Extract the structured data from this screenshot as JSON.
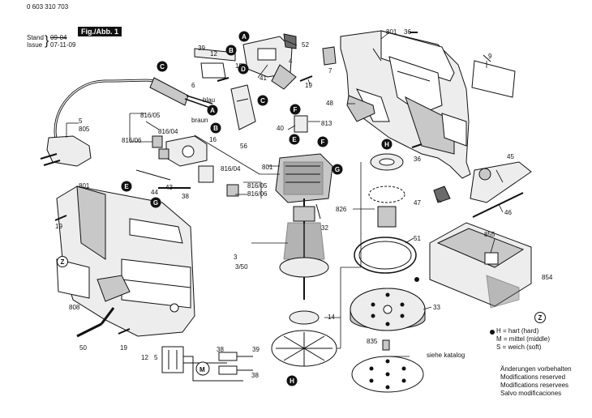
{
  "header": {
    "part_number": "0 603 310 703",
    "stand_label": "Stand",
    "stand_value": "09-04",
    "issue_label": "Issue",
    "issue_value": "07-11-09",
    "figure_label": "Fig./Abb. 1"
  },
  "parts": {
    "p801_top": "801",
    "p36_top": "36",
    "p9": "9",
    "p52": "52",
    "p39": "39",
    "p12": "12",
    "p4": "4",
    "p18": "18",
    "p41": "41",
    "p19_top": "19",
    "p7": "7",
    "p6": "6",
    "p5": "5",
    "p805": "805",
    "blau": "blau",
    "braun": "braun",
    "p48": "48",
    "p56": "56",
    "p40": "40",
    "p813": "813",
    "p816_05_a": "816/05",
    "p816_04_a": "816/04",
    "p816_06_a": "816/06",
    "p16": "16",
    "p36_mid": "36",
    "p45": "45",
    "p801_mid": "801",
    "p816_04_b": "816/04",
    "p816_05_b": "816/05",
    "p816_06_b": "816/06",
    "p43": "43",
    "p44": "44",
    "p38_a": "38",
    "p801_left": "801",
    "p826": "826",
    "p47": "47",
    "p46": "46",
    "p19_left": "19",
    "p32": "32",
    "p51": "51",
    "p855": "855",
    "p3": "3",
    "p3_50": "3/50",
    "p854": "854",
    "p808": "808",
    "p33": "33",
    "p14": "14",
    "p50": "50",
    "p19_bot": "19",
    "p835": "835",
    "siehe_katalog": "siehe katalog",
    "p12_wiring": "12",
    "p5_wiring": "5",
    "p38_wiring_a": "38",
    "p39_wiring": "39",
    "p38_wiring_b": "38",
    "m_symbol": "M"
  },
  "callouts": [
    "A",
    "B",
    "C",
    "A",
    "B",
    "C",
    "D",
    "E",
    "F",
    "F",
    "G",
    "E",
    "G",
    "H",
    "H",
    "Z",
    "Z"
  ],
  "legend": {
    "h": "H = hart (hard)",
    "m": "M = mittel (middle)",
    "s": "S = weich (soft)"
  },
  "notes": [
    "Änderungen vorbehalten",
    "Modifications reserved",
    "Modifications reservees",
    "Salvo modificaciones"
  ],
  "colors": {
    "line": "#111111",
    "fill_light": "#ededed",
    "fill_mid": "#c8c8c8",
    "fill_dark": "#6a6a6a",
    "callout": "#111111"
  }
}
